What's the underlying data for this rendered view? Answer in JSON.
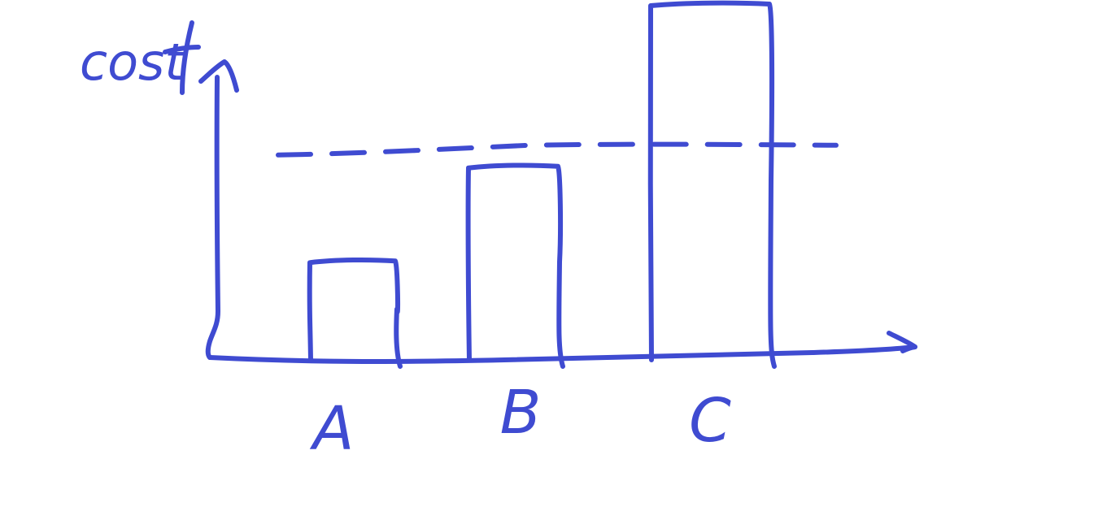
{
  "chart_data": {
    "type": "bar",
    "title": "",
    "xlabel": "",
    "ylabel": "cost",
    "categories": [
      "A",
      "B",
      "C"
    ],
    "values": [
      29,
      57,
      105
    ],
    "threshold": 63,
    "ylim": [
      0,
      105
    ],
    "grid": false,
    "legend": "none",
    "ink_color": "#3F4BD1"
  }
}
